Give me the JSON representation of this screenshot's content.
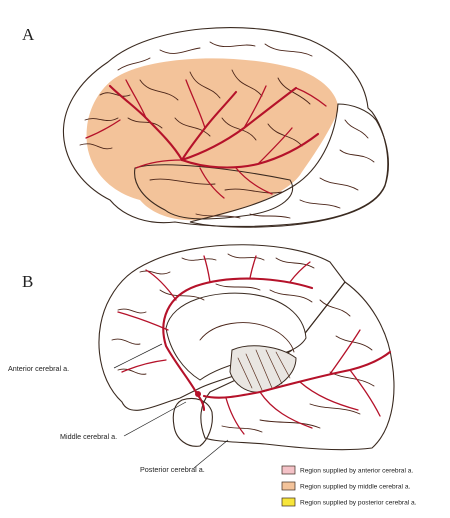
{
  "figure": {
    "panel_a_letter": "A",
    "panel_b_letter": "B"
  },
  "labels": {
    "anterior": "Anterior cerebral a.",
    "middle": "Middle cerebral a.",
    "posterior": "Posterior cerebral a."
  },
  "legend": [
    {
      "text": "Region supplied by anterior cerebral a.",
      "color": "#f4c2c7"
    },
    {
      "text": "Region supplied by middle cerebral a.",
      "color": "#f3c39a"
    },
    {
      "text": "Region supplied by posterior cerebral a.",
      "color": "#f7e53a"
    }
  ],
  "colors": {
    "anterior_region": "#f4c2c7",
    "middle_region": "#f3c39a",
    "posterior_region": "#f7e53a",
    "artery": "#b5122a"
  }
}
